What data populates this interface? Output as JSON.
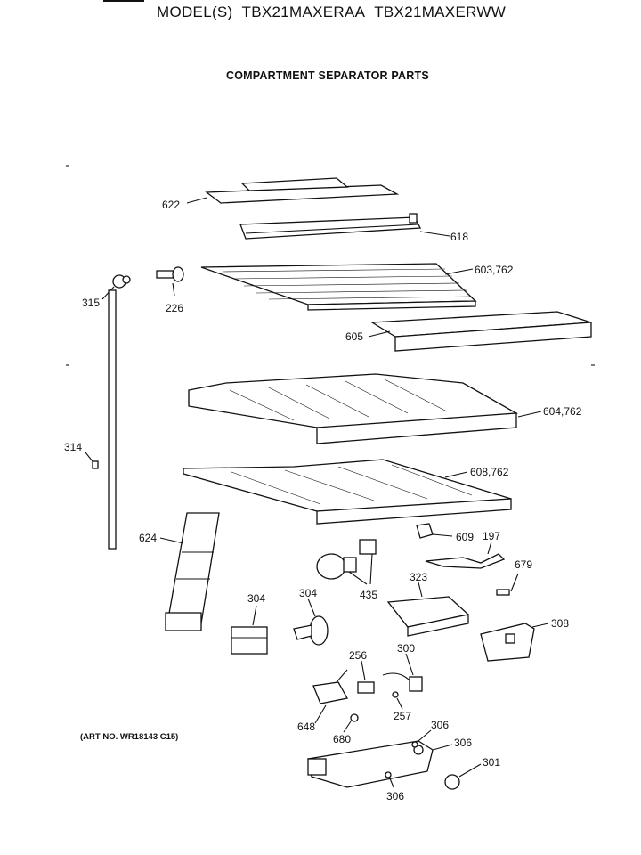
{
  "header": {
    "model_label": "MODEL(S)",
    "model_1": "TBX21MAXERAA",
    "model_2": "TBX21MAXERWW",
    "subtitle": "COMPARTMENT SEPARATOR PARTS"
  },
  "footer": {
    "art_number": "(ART NO. WR18143 C15)"
  },
  "callouts": {
    "p622": "622",
    "p618": "618",
    "p603": "603,762",
    "p315": "315",
    "p226": "226",
    "p605": "605",
    "p604": "604,762",
    "p314": "314",
    "p608": "608,762",
    "p624": "624",
    "p609": "609",
    "p197": "197",
    "p679": "679",
    "p435": "435",
    "p323": "323",
    "p304a": "304",
    "p304b": "304",
    "p308": "308",
    "p256": "256",
    "p300": "300",
    "p257": "257",
    "p648": "648",
    "p680": "680",
    "p306a": "306",
    "p306b": "306",
    "p306c": "306",
    "p301": "301"
  }
}
